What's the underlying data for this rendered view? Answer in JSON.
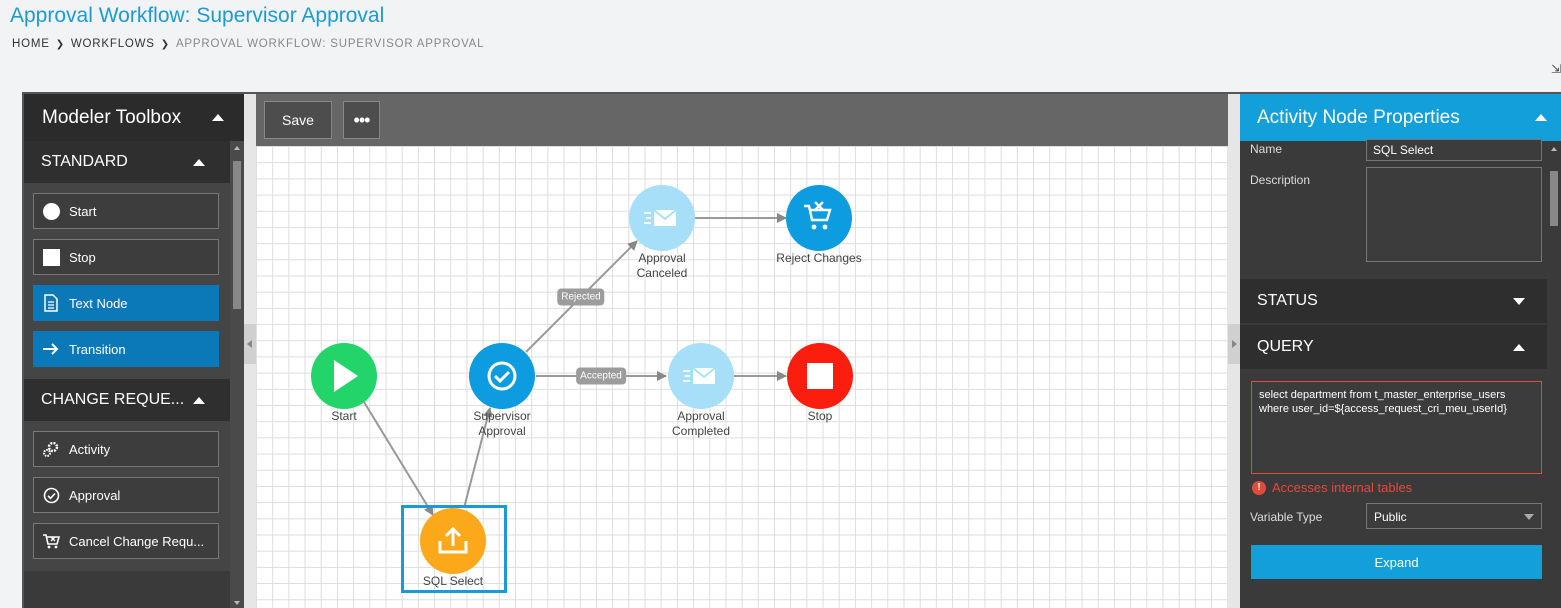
{
  "page": {
    "title": "Approval Workflow: Supervisor Approval",
    "breadcrumb": [
      "HOME",
      "WORKFLOWS",
      "APPROVAL WORKFLOW: SUPERVISOR APPROVAL"
    ],
    "fullscreen_icon": "expand-icon"
  },
  "toolbox": {
    "title": "Modeler Toolbox",
    "sections": [
      {
        "title": "STANDARD",
        "items": [
          {
            "label": "Start",
            "icon": "circle-icon"
          },
          {
            "label": "Stop",
            "icon": "square-icon"
          },
          {
            "label": "Text Node",
            "icon": "document-icon"
          },
          {
            "label": "Transition",
            "icon": "arrow-right-icon"
          }
        ]
      },
      {
        "title": "CHANGE REQUE...",
        "items": [
          {
            "label": "Activity",
            "icon": "gears-icon"
          },
          {
            "label": "Approval",
            "icon": "check-circle-icon"
          },
          {
            "label": "Cancel Change Requ...",
            "icon": "cart-cancel-icon"
          }
        ]
      }
    ]
  },
  "canvas": {
    "save_label": "Save",
    "more_label": "•••",
    "nodes": [
      {
        "id": "start",
        "label": "Start",
        "color": "#22d46a",
        "icon": "play-icon"
      },
      {
        "id": "supervisor",
        "label": "Supervisor Approval",
        "color": "#0e9ce0",
        "icon": "check-circle-icon"
      },
      {
        "id": "canceled",
        "label": "Approval Canceled",
        "color": "#a6dff7",
        "icon": "email-icon"
      },
      {
        "id": "reject",
        "label": "Reject Changes",
        "color": "#0e9ce0",
        "icon": "cart-cancel-icon"
      },
      {
        "id": "completed",
        "label": "Approval Completed",
        "color": "#a6dff7",
        "icon": "email-icon"
      },
      {
        "id": "stop",
        "label": "Stop",
        "color": "#fb1e0e",
        "icon": "stop-icon"
      },
      {
        "id": "sql",
        "label": "SQL Select",
        "color": "#fba81a",
        "icon": "upload-tray-icon"
      }
    ],
    "edge_labels": {
      "rejected": "Rejected",
      "accepted": "Accepted"
    }
  },
  "properties": {
    "title": "Activity Node Properties",
    "name_label": "Name",
    "name_value": "SQL Select",
    "description_label": "Description",
    "description_value": "",
    "status_section": "STATUS",
    "query_section": "QUERY",
    "query_text": "select department from t_master_enterprise_users where user_id=${access_request_cri_meu_userId}",
    "error_text": "Accesses internal tables",
    "variable_type_label": "Variable Type",
    "variable_type_value": "Public",
    "expand_label": "Expand"
  },
  "colors": {
    "accent": "#139fd9",
    "error": "#e24b3a",
    "selection": "#1a9bd7"
  }
}
